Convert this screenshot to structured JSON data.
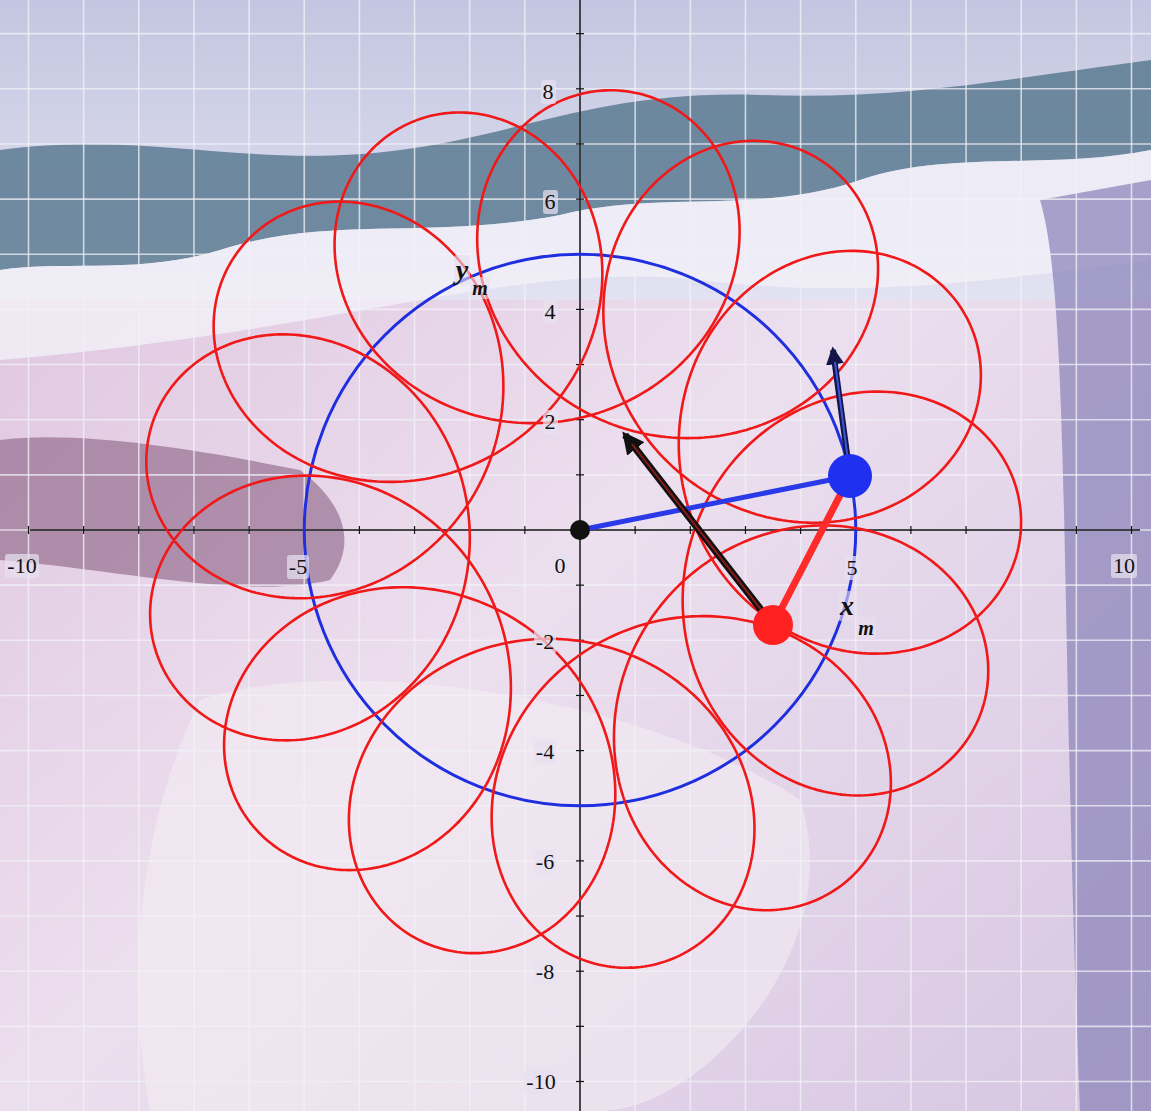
{
  "diagram": {
    "labels": [
      "-10",
      "-5",
      "0",
      "5",
      "10",
      "8",
      "6",
      "4",
      "2",
      "-2",
      "-4",
      "-6",
      "-8",
      "-10",
      "y",
      "m",
      "x",
      "m"
    ]
  }
}
